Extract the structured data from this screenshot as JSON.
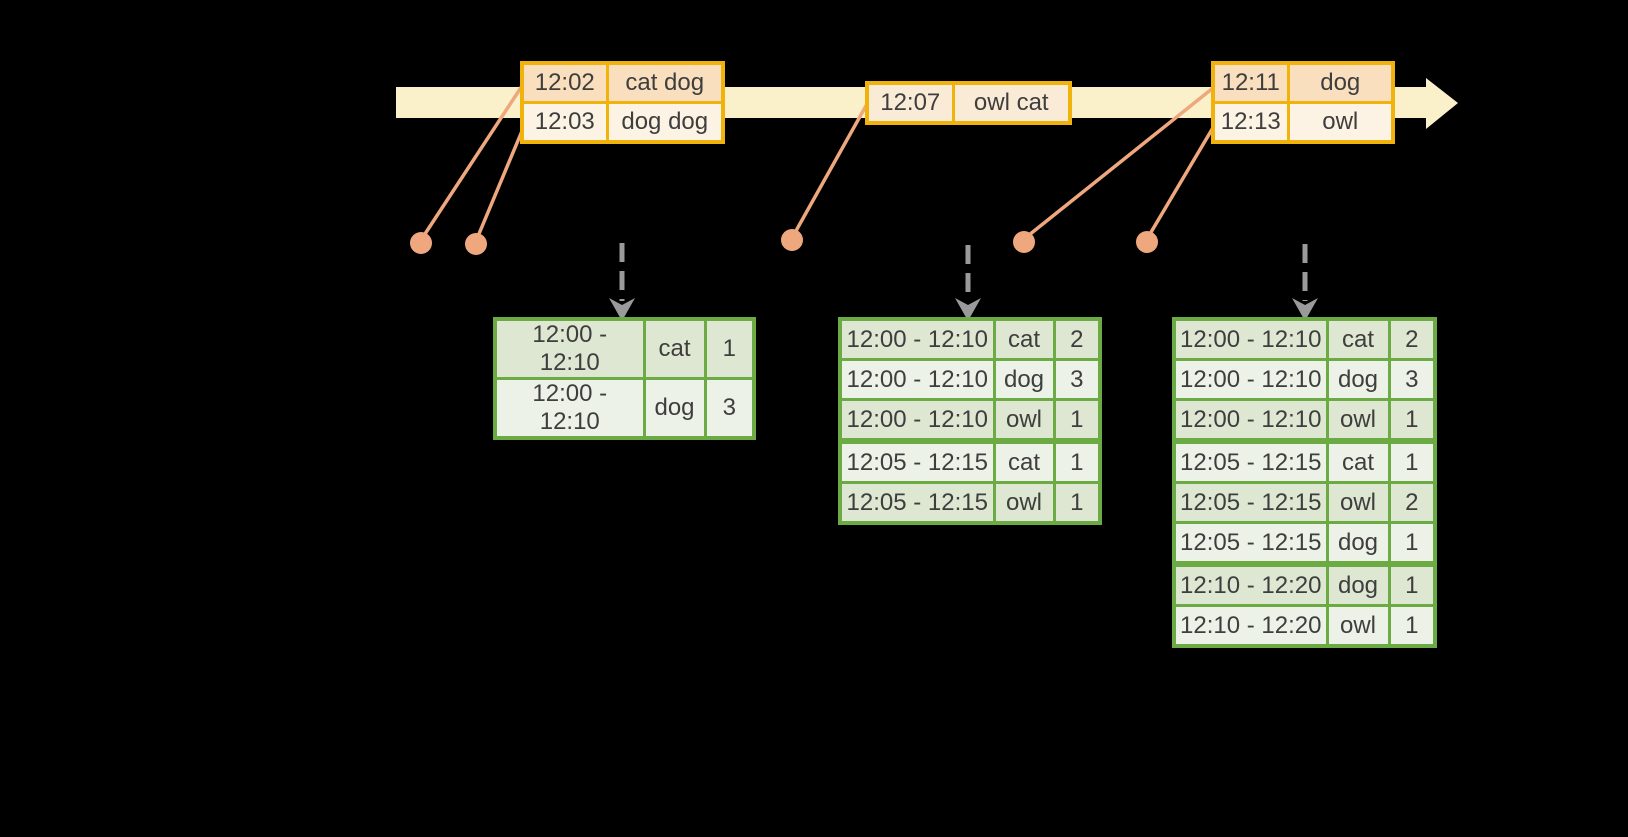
{
  "colors": {
    "background": "#000000",
    "timeline_fill": "#FAF0C9",
    "event_table_border": "#F0B30C",
    "event_row_dark": "#F9DFBD",
    "event_row_light": "#FCF3E4",
    "event_row_mid": "#FAEBD7",
    "connector_salmon": "#EFA87D",
    "dashed_arrow_gray": "#9A9A9A",
    "result_table_border": "#6CAB44",
    "result_row_dark": "#DDE7D1",
    "result_row_light": "#EDF2E8",
    "text": "#3E3E3E"
  },
  "icons": {
    "timeline_arrow": "right-arrow",
    "trigger_arrow": "dashed-down-arrow",
    "event_marker": "dot-with-line"
  },
  "event_tables": [
    {
      "rows": [
        {
          "time": "12:02",
          "words": "cat dog"
        },
        {
          "time": "12:03",
          "words": "dog dog"
        }
      ]
    },
    {
      "rows": [
        {
          "time": "12:07",
          "words": "owl cat"
        }
      ]
    },
    {
      "rows": [
        {
          "time": "12:11",
          "words": "dog"
        },
        {
          "time": "12:13",
          "words": "owl"
        }
      ]
    }
  ],
  "result_tables": [
    {
      "rows": [
        {
          "window": "12:00 - 12:10",
          "word": "cat",
          "count": "1"
        },
        {
          "window": "12:00 - 12:10",
          "word": "dog",
          "count": "3"
        }
      ]
    },
    {
      "rows": [
        {
          "window": "12:00 - 12:10",
          "word": "cat",
          "count": "2"
        },
        {
          "window": "12:00 - 12:10",
          "word": "dog",
          "count": "3"
        },
        {
          "window": "12:00 - 12:10",
          "word": "owl",
          "count": "1"
        },
        {
          "window": "12:05 - 12:15",
          "word": "cat",
          "count": "1"
        },
        {
          "window": "12:05 - 12:15",
          "word": "owl",
          "count": "1"
        }
      ]
    },
    {
      "rows": [
        {
          "window": "12:00 - 12:10",
          "word": "cat",
          "count": "2"
        },
        {
          "window": "12:00 - 12:10",
          "word": "dog",
          "count": "3"
        },
        {
          "window": "12:00 - 12:10",
          "word": "owl",
          "count": "1"
        },
        {
          "window": "12:05 - 12:15",
          "word": "cat",
          "count": "1"
        },
        {
          "window": "12:05 - 12:15",
          "word": "owl",
          "count": "2"
        },
        {
          "window": "12:05 - 12:15",
          "word": "dog",
          "count": "1"
        },
        {
          "window": "12:10 - 12:20",
          "word": "dog",
          "count": "1"
        },
        {
          "window": "12:10 - 12:20",
          "word": "owl",
          "count": "1"
        }
      ]
    }
  ]
}
